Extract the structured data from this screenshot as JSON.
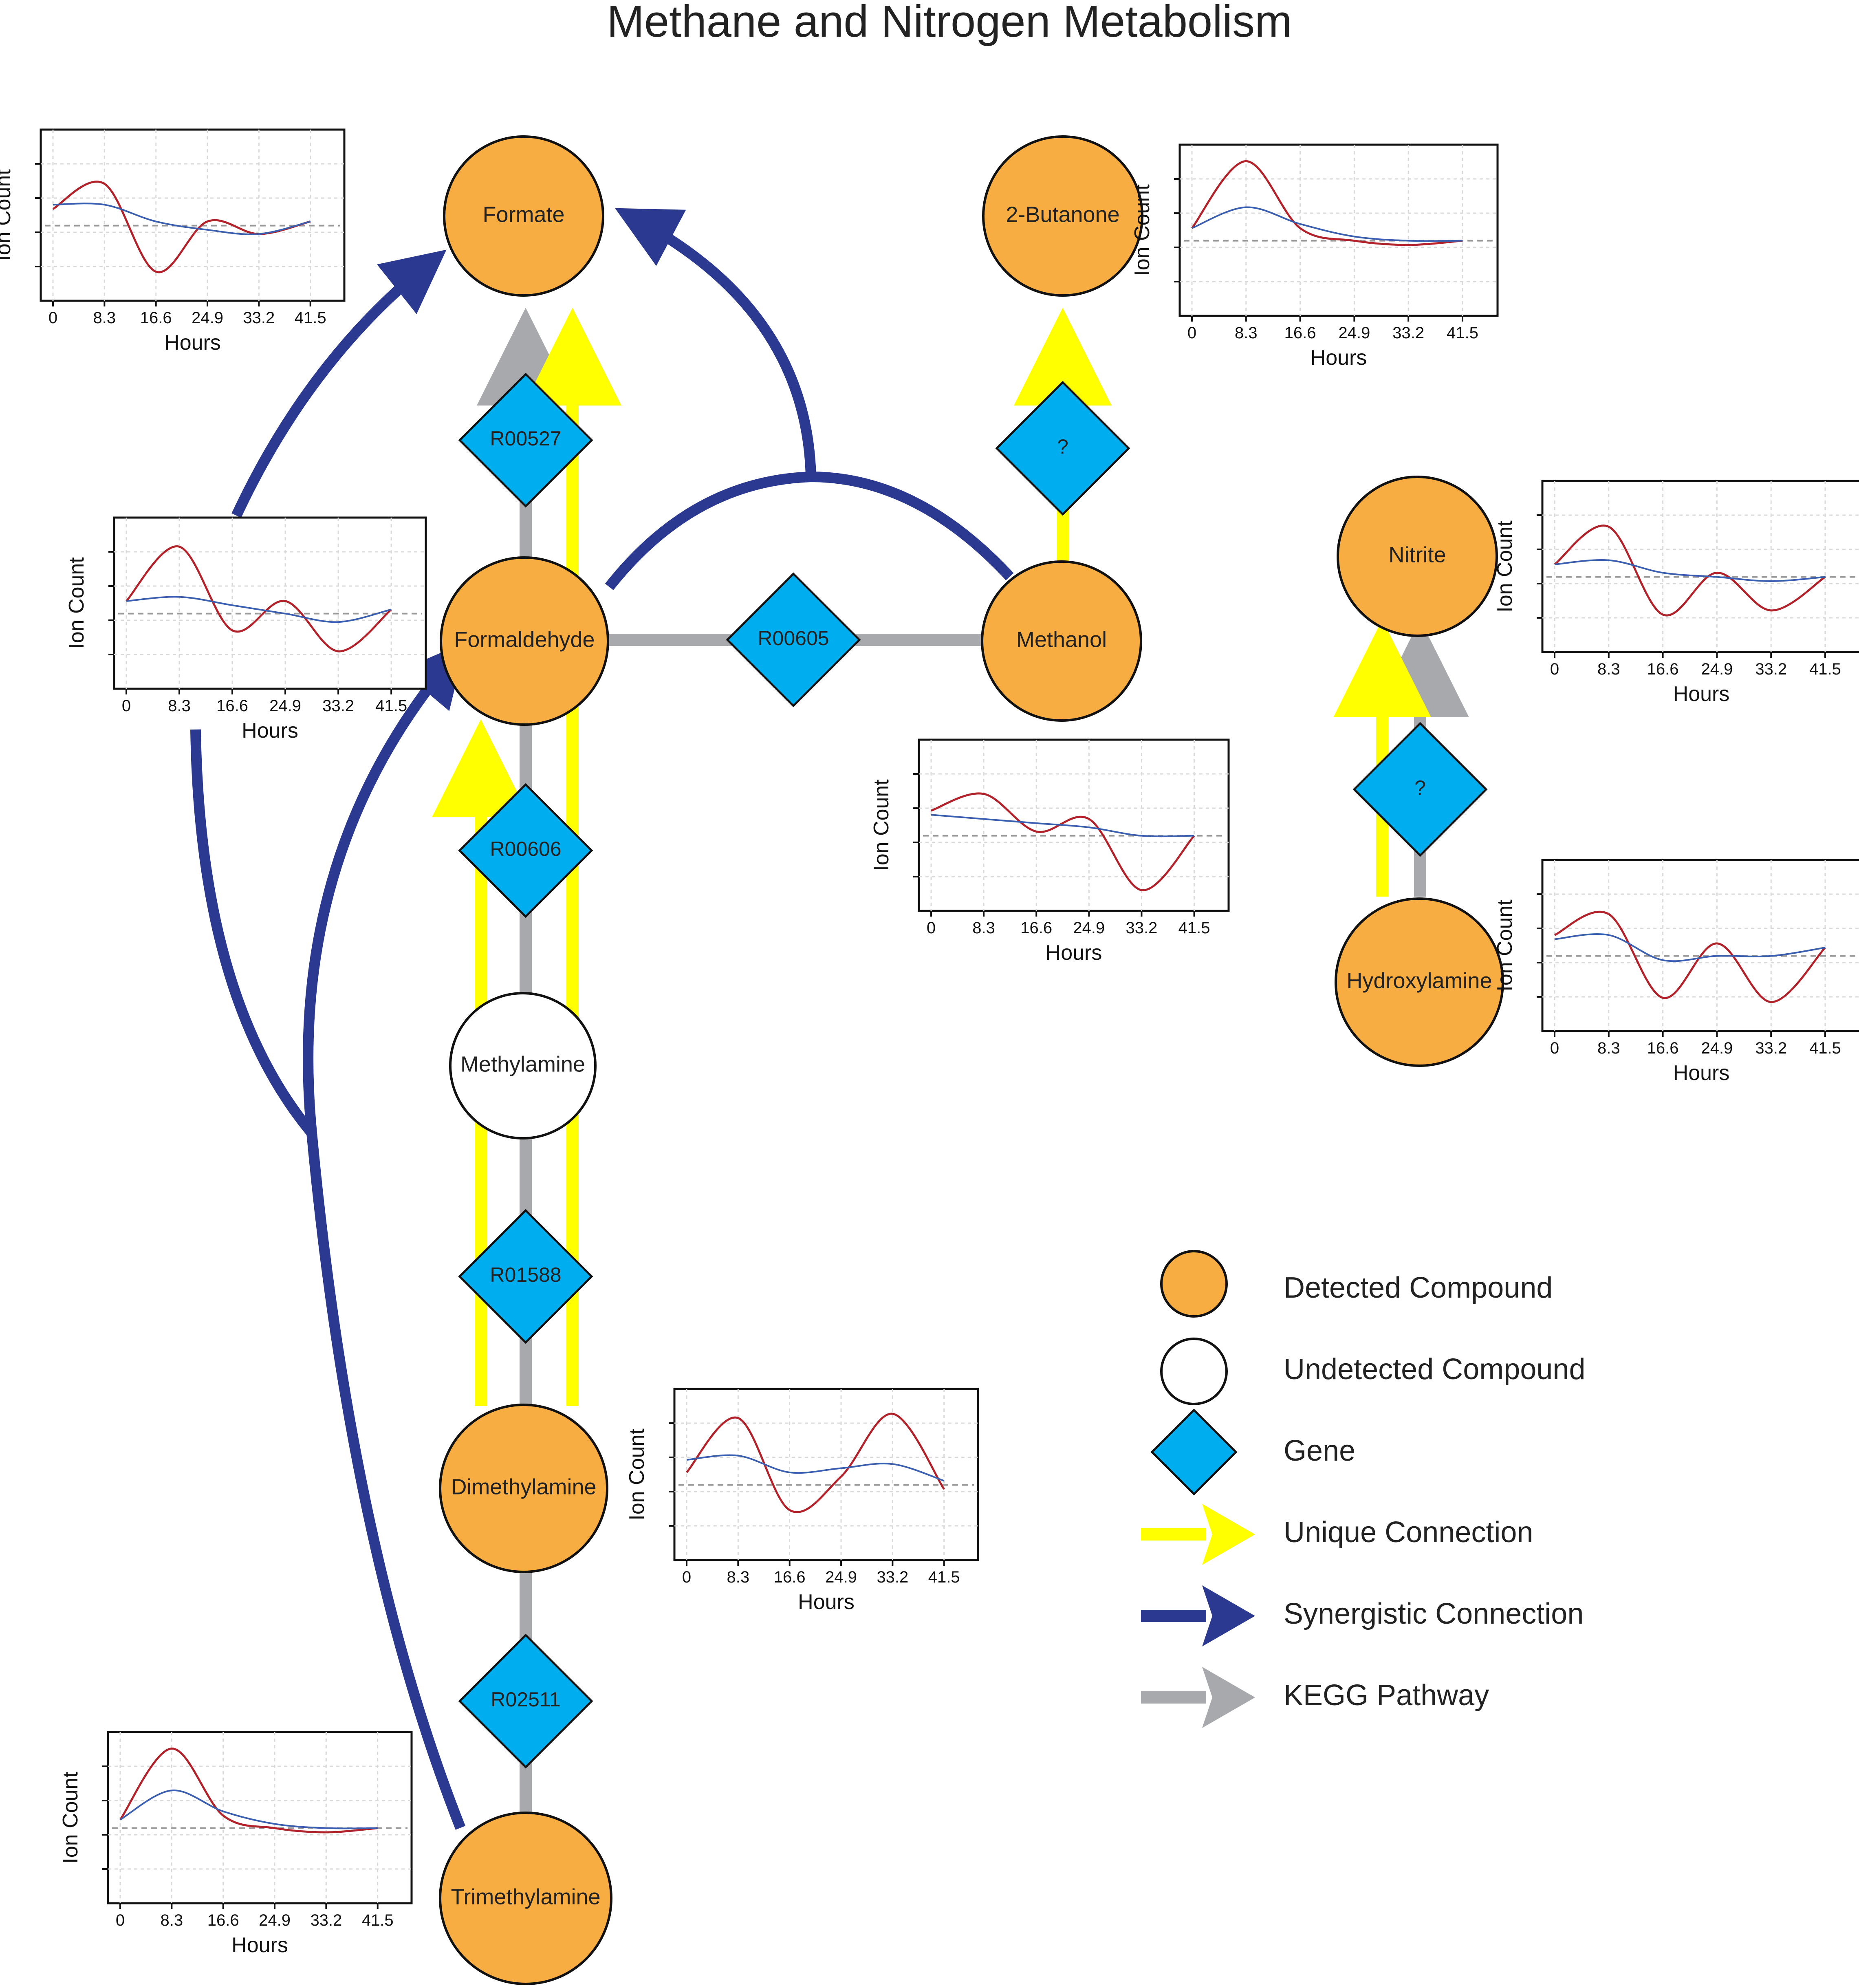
{
  "title": "Methane and Nitrogen Metabolism",
  "colors": {
    "detected": "#f7ad41",
    "undetected": "#ffffff",
    "gene": "#00aeef",
    "unique": "#ffff00",
    "synergistic": "#2b3990",
    "kegg": "#a7a9ac",
    "raw_series": "#b2222a",
    "smooth_series": "#3a5fb0"
  },
  "nodes": {
    "formate": "Formate",
    "butanone": "2-Butanone",
    "nitrite": "Nitrite",
    "formaldehyde": "Formaldehyde",
    "methanol": "Methanol",
    "methylamine": "Methylamine",
    "hydroxylamine": "Hydroxylamine",
    "dimethylamine": "Dimethylamine",
    "trimethylamine": "Trimethylamine"
  },
  "genes": {
    "r00527": "R00527",
    "r00605": "R00605",
    "r00606": "R00606",
    "r01588": "R01588",
    "r02511": "R02511",
    "unknown_butanone": "?",
    "unknown_nitrite": "?"
  },
  "legend": {
    "detected": "Detected Compound",
    "undetected": "Undetected Compound",
    "gene": "Gene",
    "unique": "Unique Connection",
    "synergistic": "Synergistic Connection",
    "kegg": "KEGG Pathway"
  },
  "plot_labels": {
    "xlabel": "Hours",
    "ylabel": "Ion Count",
    "xticks": [
      "0",
      "8.3",
      "16.6",
      "24.9",
      "33.2",
      "41.5"
    ]
  },
  "chart_data": [
    {
      "type": "line",
      "compound": "Formate",
      "xlabel": "Hours",
      "ylabel": "Ion Count",
      "x": [
        0,
        8.3,
        16.6,
        24.9,
        33.2,
        41.5
      ],
      "series": [
        {
          "values": [
            0.4,
            1.0,
            -1.1,
            0.1,
            -0.2,
            0.1
          ]
        },
        {
          "values": [
            0.5,
            0.5,
            0.1,
            -0.1,
            -0.2,
            0.1
          ]
        }
      ]
    },
    {
      "type": "line",
      "compound": "Formaldehyde",
      "xlabel": "Hours",
      "ylabel": "Ion Count",
      "x": [
        0,
        8.3,
        16.6,
        24.9,
        33.2,
        41.5
      ],
      "series": [
        {
          "values": [
            0.3,
            1.6,
            -0.4,
            0.3,
            -0.9,
            0.1
          ]
        },
        {
          "values": [
            0.3,
            0.4,
            0.2,
            0.0,
            -0.2,
            0.1
          ]
        }
      ]
    },
    {
      "type": "line",
      "compound": "2-Butanone",
      "xlabel": "Hours",
      "ylabel": "Ion Count",
      "x": [
        0,
        8.3,
        16.6,
        24.9,
        33.2,
        41.5
      ],
      "series": [
        {
          "values": [
            0.3,
            1.9,
            0.3,
            0.0,
            -0.1,
            0.0
          ]
        },
        {
          "values": [
            0.3,
            0.8,
            0.4,
            0.1,
            0.0,
            0.0
          ]
        }
      ]
    },
    {
      "type": "line",
      "compound": "Nitrite",
      "xlabel": "Hours",
      "ylabel": "Ion Count",
      "x": [
        0,
        8.3,
        16.6,
        24.9,
        33.2,
        41.5
      ],
      "series": [
        {
          "values": [
            0.3,
            1.2,
            -0.9,
            0.1,
            -0.8,
            0.0
          ]
        },
        {
          "values": [
            0.3,
            0.4,
            0.1,
            0.0,
            -0.1,
            0.0
          ]
        }
      ]
    },
    {
      "type": "line",
      "compound": "Methanol",
      "xlabel": "Hours",
      "ylabel": "Ion Count",
      "x": [
        0,
        8.3,
        16.6,
        24.9,
        33.2,
        41.5
      ],
      "series": [
        {
          "values": [
            0.6,
            1.0,
            0.1,
            0.4,
            -1.3,
            0.0
          ]
        },
        {
          "values": [
            0.5,
            0.4,
            0.3,
            0.2,
            0.0,
            0.0
          ]
        }
      ]
    },
    {
      "type": "line",
      "compound": "Hydroxylamine",
      "xlabel": "Hours",
      "ylabel": "Ion Count",
      "x": [
        0,
        8.3,
        16.6,
        24.9,
        33.2,
        41.5
      ],
      "series": [
        {
          "values": [
            0.5,
            1.0,
            -1.0,
            0.3,
            -1.1,
            0.2
          ]
        },
        {
          "values": [
            0.4,
            0.5,
            -0.1,
            0.0,
            0.0,
            0.2
          ]
        }
      ]
    },
    {
      "type": "line",
      "compound": "Dimethylamine",
      "xlabel": "Hours",
      "ylabel": "Ion Count",
      "x": [
        0,
        8.3,
        16.6,
        24.9,
        33.2,
        41.5
      ],
      "series": [
        {
          "values": [
            0.3,
            1.6,
            -0.6,
            0.2,
            1.7,
            -0.1
          ]
        },
        {
          "values": [
            0.6,
            0.7,
            0.3,
            0.4,
            0.5,
            0.1
          ]
        }
      ]
    },
    {
      "type": "line",
      "compound": "Trimethylamine",
      "xlabel": "Hours",
      "ylabel": "Ion Count",
      "x": [
        0,
        8.3,
        16.6,
        24.9,
        33.2,
        41.5
      ],
      "series": [
        {
          "values": [
            0.2,
            1.9,
            0.3,
            0.0,
            -0.1,
            0.0
          ]
        },
        {
          "values": [
            0.2,
            0.9,
            0.4,
            0.1,
            0.0,
            0.0
          ]
        }
      ]
    }
  ]
}
